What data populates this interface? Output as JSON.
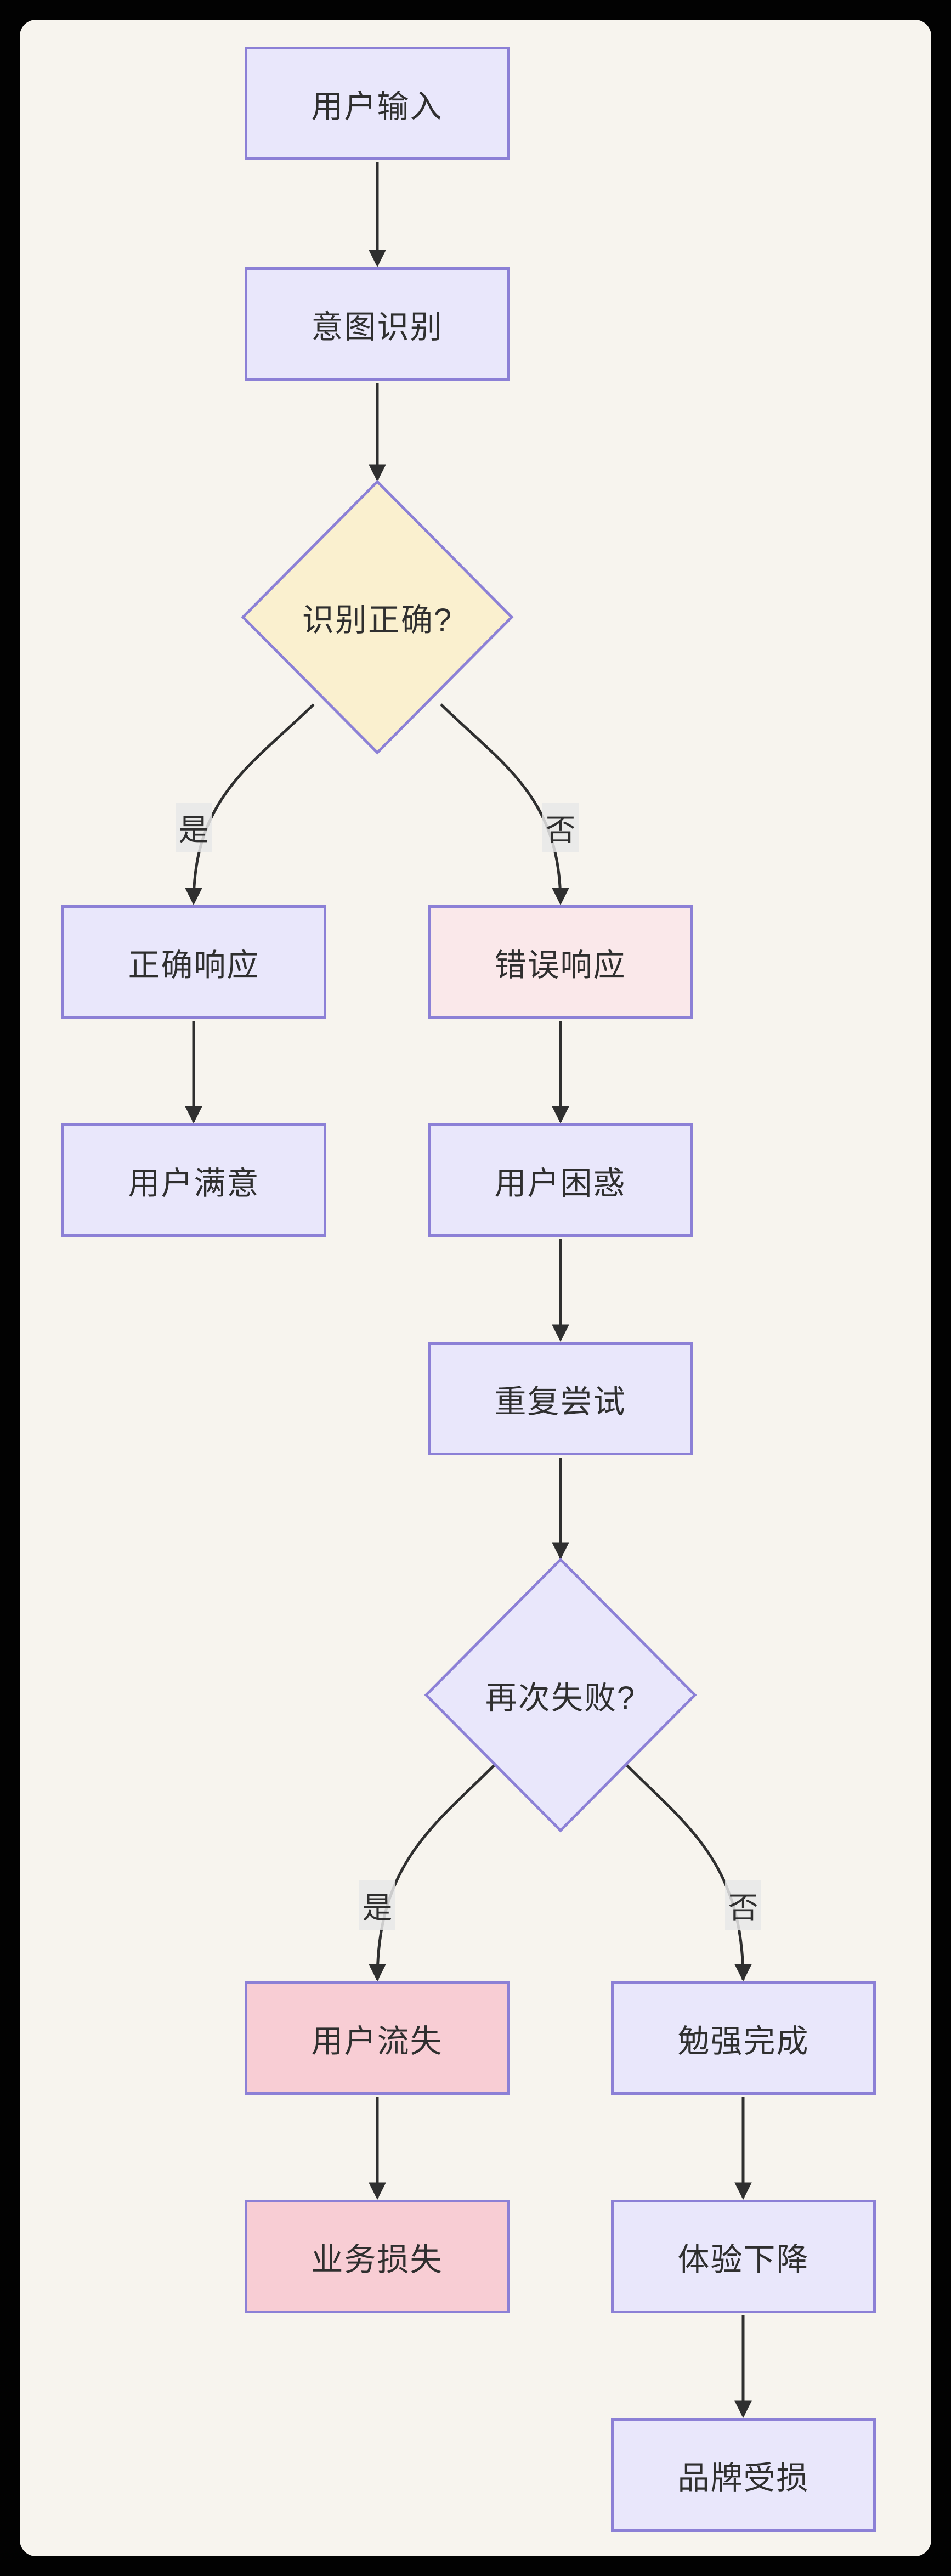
{
  "canvas": {
    "frame_color": "#020202",
    "panel_background": "#F7F4EE"
  },
  "colors": {
    "node_border": "#8C80D6",
    "node_fill_lavender": "#E9E7FB",
    "node_fill_yellow": "#FAF0CF",
    "node_fill_pink_light": "#FAE8EA",
    "node_fill_pink": "#F8CDD4",
    "edge_line": "#2F2F2F",
    "text": "#2F2F2F",
    "edge_label_background": "#E8E8E7"
  },
  "diagram": {
    "type": "flowchart",
    "direction": "top-down",
    "nodes": [
      {
        "id": "A",
        "label": "用户输入",
        "shape": "rect",
        "fill": "lavender"
      },
      {
        "id": "B",
        "label": "意图识别",
        "shape": "rect",
        "fill": "lavender"
      },
      {
        "id": "C",
        "label": "识别正确?",
        "shape": "diamond",
        "fill": "yellow"
      },
      {
        "id": "D",
        "label": "正确响应",
        "shape": "rect",
        "fill": "lavender"
      },
      {
        "id": "E",
        "label": "用户满意",
        "shape": "rect",
        "fill": "lavender"
      },
      {
        "id": "F",
        "label": "错误响应",
        "shape": "rect",
        "fill": "pink-light"
      },
      {
        "id": "G",
        "label": "用户困惑",
        "shape": "rect",
        "fill": "lavender"
      },
      {
        "id": "H",
        "label": "重复尝试",
        "shape": "rect",
        "fill": "lavender"
      },
      {
        "id": "I",
        "label": "再次失败?",
        "shape": "diamond",
        "fill": "lavender"
      },
      {
        "id": "J",
        "label": "用户流失",
        "shape": "rect",
        "fill": "pink"
      },
      {
        "id": "K",
        "label": "业务损失",
        "shape": "rect",
        "fill": "pink"
      },
      {
        "id": "L",
        "label": "勉强完成",
        "shape": "rect",
        "fill": "lavender"
      },
      {
        "id": "M",
        "label": "体验下降",
        "shape": "rect",
        "fill": "lavender"
      },
      {
        "id": "N",
        "label": "品牌受损",
        "shape": "rect",
        "fill": "lavender"
      }
    ],
    "edges": [
      {
        "from": "用户输入",
        "to": "意图识别",
        "label": ""
      },
      {
        "from": "意图识别",
        "to": "识别正确?",
        "label": ""
      },
      {
        "from": "识别正确?",
        "to": "正确响应",
        "label": "是"
      },
      {
        "from": "识别正确?",
        "to": "错误响应",
        "label": "否"
      },
      {
        "from": "正确响应",
        "to": "用户满意",
        "label": ""
      },
      {
        "from": "错误响应",
        "to": "用户困惑",
        "label": ""
      },
      {
        "from": "用户困惑",
        "to": "重复尝试",
        "label": ""
      },
      {
        "from": "重复尝试",
        "to": "再次失败?",
        "label": ""
      },
      {
        "from": "再次失败?",
        "to": "用户流失",
        "label": "是"
      },
      {
        "from": "再次失败?",
        "to": "勉强完成",
        "label": "否"
      },
      {
        "from": "用户流失",
        "to": "业务损失",
        "label": ""
      },
      {
        "from": "勉强完成",
        "to": "体验下降",
        "label": ""
      },
      {
        "from": "体验下降",
        "to": "品牌受损",
        "label": ""
      }
    ]
  }
}
